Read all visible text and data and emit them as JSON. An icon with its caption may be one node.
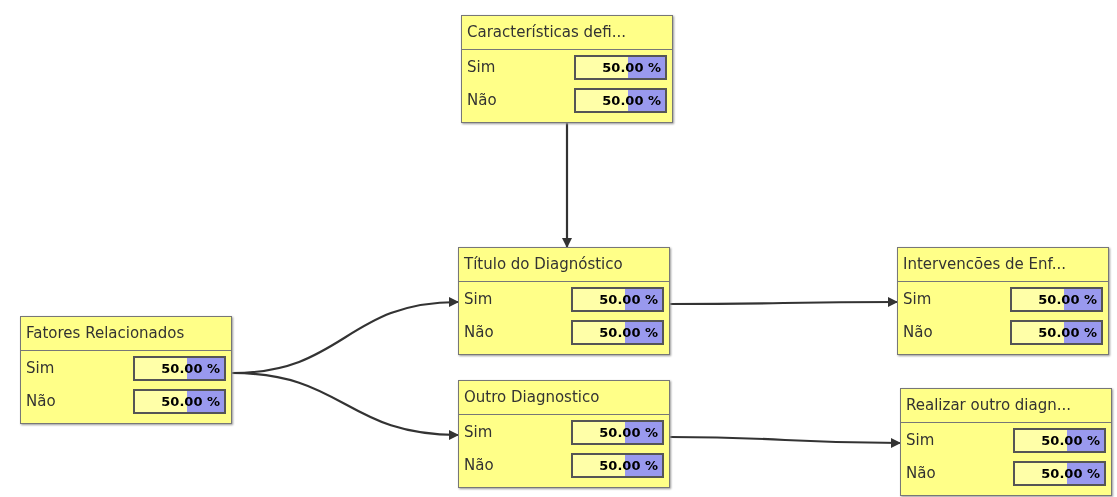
{
  "diagram": {
    "nodes": [
      {
        "text": [
          "Características defi...",
          "Sim",
          "50.00 %",
          "Não",
          "50.00 %"
        ]
      },
      {
        "text": [
          "Título do Diagnóstico",
          "Sim",
          "50.00 %",
          "Não",
          "50.00 %"
        ]
      },
      {
        "text": [
          "Intervencões de Enf...",
          "Sim",
          "50.00 %",
          "Não",
          "50.00 %"
        ]
      },
      {
        "text": [
          "Fatores Relacionados",
          "Sim",
          "50.00 %",
          "Não",
          "50.00 %"
        ]
      },
      {
        "text": [
          "Outro Diagnostico",
          "Sim",
          "50.00 %",
          "Não",
          "50.00 %"
        ]
      },
      {
        "text": [
          "Realizar outro diagn...",
          "Sim",
          "50.00 %",
          "Não",
          "50.00 %"
        ]
      }
    ],
    "edges": [
      {
        "from": 0,
        "to": 1,
        "arrow": "to"
      },
      {
        "from": 3,
        "to": 1,
        "arrow": "to"
      },
      {
        "from": 3,
        "to": 4,
        "arrow": "to"
      },
      {
        "from": 1,
        "to": 2,
        "arrow": "to"
      },
      {
        "from": 4,
        "to": 5,
        "arrow": "to"
      }
    ]
  }
}
